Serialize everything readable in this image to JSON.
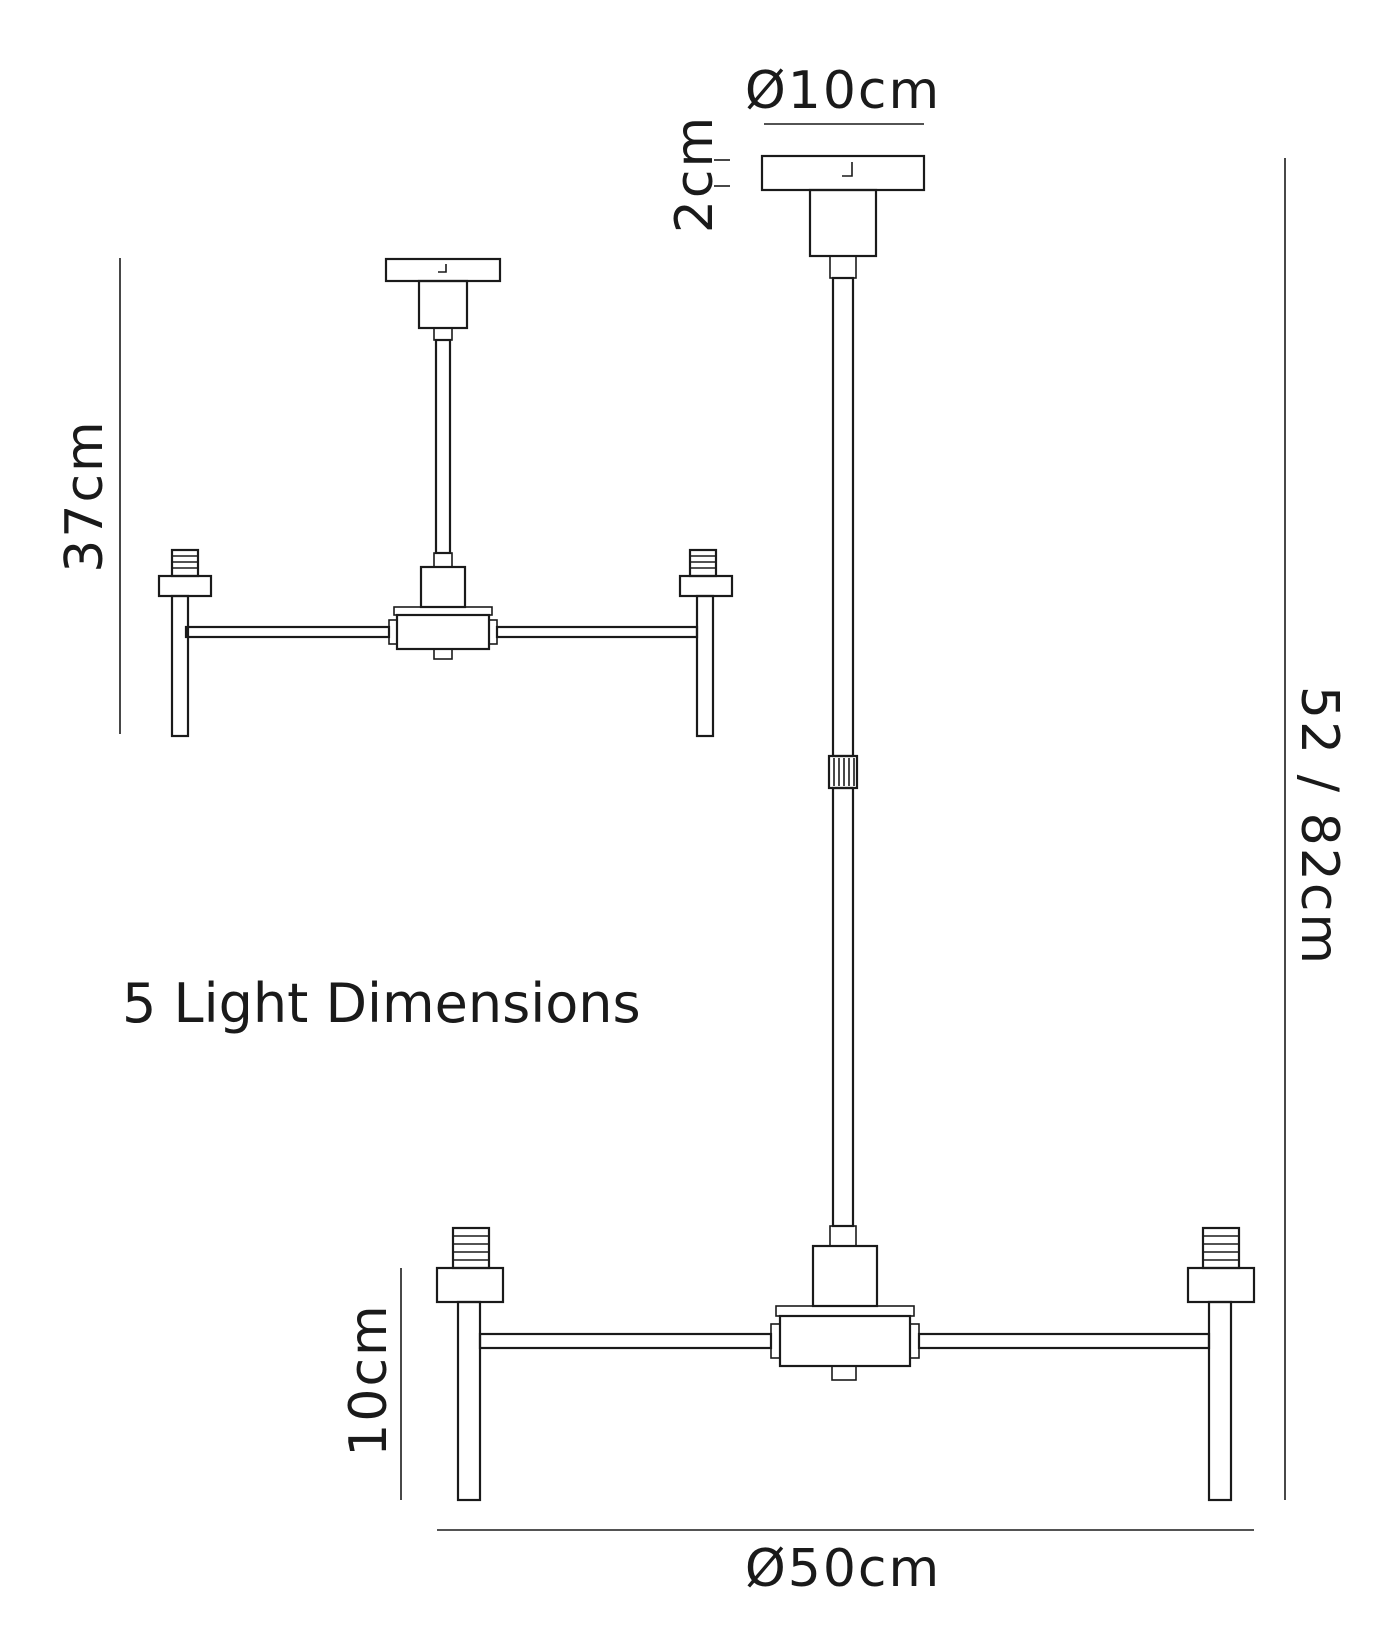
{
  "title": "5 Light Dimensions",
  "dimensions": {
    "ceiling_plate_diameter": "Ø10cm",
    "ceiling_plate_height": "2cm",
    "overall_diameter": "Ø50cm",
    "arm_height": "10cm",
    "small_drop": "37cm",
    "adjustable_drop": "52 / 82cm"
  },
  "colors": {
    "line": "#1a1a1a",
    "background": "#ffffff"
  }
}
